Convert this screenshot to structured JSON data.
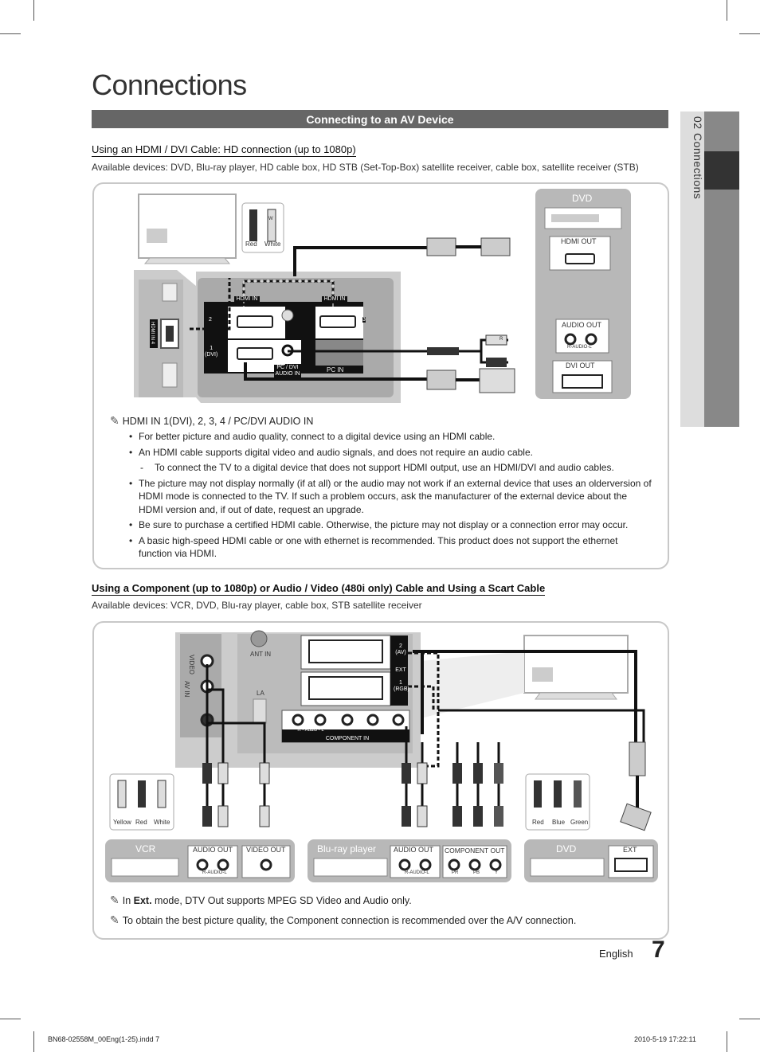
{
  "page": {
    "title": "Connections",
    "section_title": "Connecting to an AV Device",
    "side_tab": "02  Connections",
    "footer_lang": "English",
    "page_number": "7",
    "slug_left": "BN68-02558M_00Eng(1-25).indd   7",
    "slug_right": "2010-5-19   17:22:11"
  },
  "hdmi_section": {
    "heading": "Using an HDMI / DVI Cable: HD connection (up to 1080p)",
    "available": "Available devices: DVD, Blu-ray player, HD cable box, HD STB (Set-Top-Box) satellite receiver, cable box, satellite receiver (STB)",
    "diagram": {
      "dvd_label": "DVD",
      "hdmi_out": "HDMI OUT",
      "audio_out": "AUDIO OUT",
      "audio_sub": "R-AUDIO-L",
      "dvi_out": "DVI OUT",
      "cable_red": "Red",
      "cable_white": "White",
      "hdmi_in_1": "HDMI IN",
      "hdmi_in_2": "HDMI IN",
      "port_2": "2",
      "port_3": "3",
      "port_1": "1\n(DVI)",
      "pc_dvi_audio": "PC / DVI AUDIO IN",
      "pc_in": "PC IN",
      "side_hdmi": "HDMI IN 4",
      "plug_r": "R",
      "plug_w": "W"
    },
    "note_title": "HDMI IN 1(DVI), 2, 3, 4 / PC/DVI AUDIO IN",
    "bullets": [
      "For better picture and audio quality, connect to a digital device using an HDMI cable.",
      "An HDMI cable supports digital video and audio signals, and does not require an audio cable."
    ],
    "dash": "To connect the TV to a digital device that does not support HDMI output, use an HDMI/DVI and audio cables.",
    "bullets2": [
      "The picture may not display normally (if at all) or the audio may not work if an external device that uses an olderversion of HDMI mode is connected to the TV. If such a problem occurs, ask the manufacturer of the external device about the HDMI version and, if out of date, request an upgrade.",
      "Be sure to purchase a certified HDMI cable. Otherwise, the picture may not display or a connection error may occur.",
      "A basic high-speed HDMI cable or one with ethernet is recommended. This product does not support the ethernet function via HDMI."
    ]
  },
  "component_section": {
    "heading": "Using a Component (up to 1080p) or Audio / Video (480i only) Cable and Using a Scart Cable",
    "available": "Available devices: VCR, DVD, Blu-ray player, cable box, STB satellite receiver",
    "diagram": {
      "ant_in": "ANT IN",
      "ext2": "2\n(AV)",
      "ext": "EXT",
      "ext1": "1\n(RGB)",
      "component_in": "COMPONENT IN",
      "audio_l": "R - Audio - L",
      "video": "VIDEO",
      "av_in": "AV IN",
      "lan": "LA",
      "cable_yellow": "Yellow",
      "cable_red": "Red",
      "cable_white": "White",
      "cable_red2": "Red",
      "cable_blue": "Blue",
      "cable_green": "Green",
      "vcr_label": "VCR",
      "vcr_audio_out": "AUDIO OUT",
      "vcr_video_out": "VIDEO OUT",
      "audio_sub": "R-AUDIO-L",
      "bluray_label": "Blu-ray player",
      "bluray_audio_out": "AUDIO OUT",
      "bluray_component_out": "COMPONENT OUT",
      "pr": "PR",
      "pb": "PB",
      "y": "Y",
      "dvd_label": "DVD",
      "dvd_ext": "EXT"
    },
    "note1_pre": "In ",
    "note1_bold": "Ext.",
    "note1_post": " mode, DTV Out supports MPEG SD Video and Audio only.",
    "note2": "To obtain the best picture quality, the Component connection is recommended over the A/V connection."
  }
}
